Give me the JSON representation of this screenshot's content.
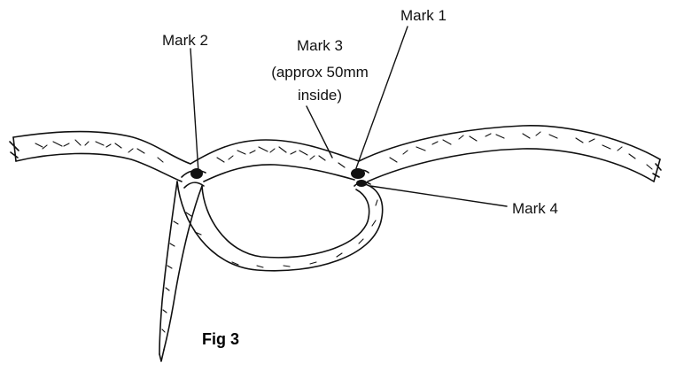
{
  "diagram": {
    "labels": {
      "mark1": "Mark 1",
      "mark2": "Mark 2",
      "mark3_line1": "Mark 3",
      "mark3_line2": "(approx 50mm",
      "mark3_line3": "inside)",
      "mark4": "Mark 4"
    },
    "caption": "Fig 3"
  },
  "colors": {
    "ink": "#111111",
    "background": "#ffffff"
  }
}
